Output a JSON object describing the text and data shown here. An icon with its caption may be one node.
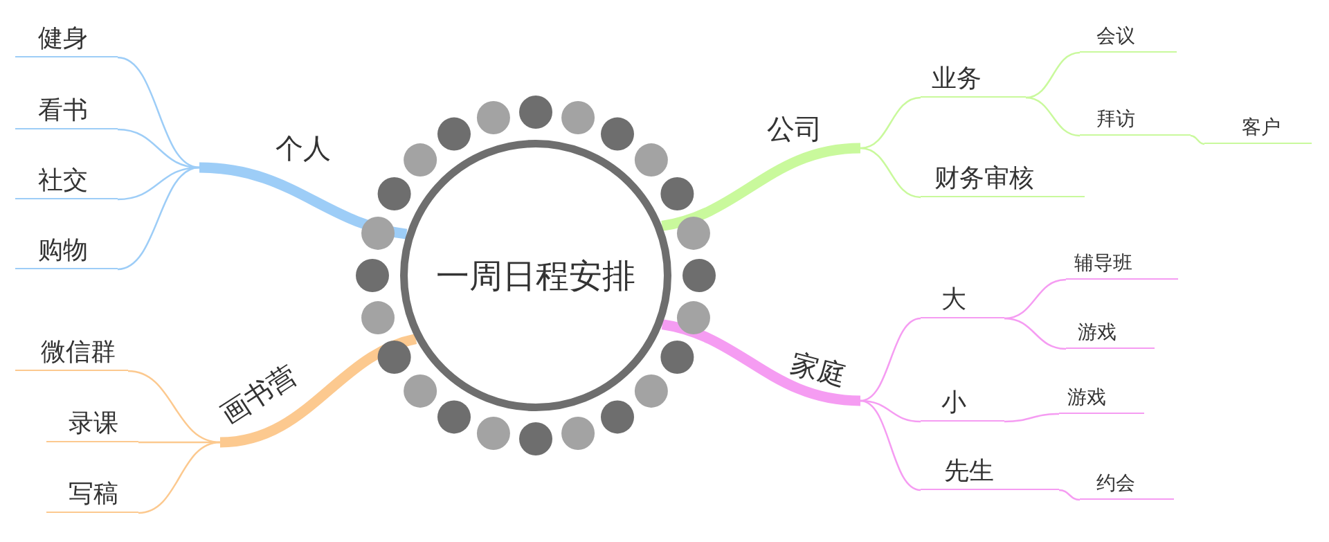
{
  "diagram": {
    "nodes": [
      {
        "text": [
          "一周日程安排"
        ]
      },
      {
        "text": [
          "个人"
        ]
      },
      {
        "text": [
          "健身"
        ]
      },
      {
        "text": [
          "看书"
        ]
      },
      {
        "text": [
          "社交"
        ]
      },
      {
        "text": [
          "购物"
        ]
      },
      {
        "text": [
          "画书营"
        ]
      },
      {
        "text": [
          "微信群"
        ]
      },
      {
        "text": [
          "录课"
        ]
      },
      {
        "text": [
          "写稿"
        ]
      },
      {
        "text": [
          "公司"
        ]
      },
      {
        "text": [
          "业务"
        ]
      },
      {
        "text": [
          "会议"
        ]
      },
      {
        "text": [
          "拜访"
        ]
      },
      {
        "text": [
          "客户"
        ]
      },
      {
        "text": [
          "财务审核"
        ]
      },
      {
        "text": [
          "家庭"
        ]
      },
      {
        "text": [
          "大"
        ]
      },
      {
        "text": [
          "辅导班"
        ]
      },
      {
        "text": [
          "游戏"
        ]
      },
      {
        "text": [
          "小"
        ]
      },
      {
        "text": [
          "游戏"
        ]
      },
      {
        "text": [
          "先生"
        ]
      },
      {
        "text": [
          "约会"
        ]
      }
    ],
    "edges": [
      {
        "from": 0,
        "to": 1,
        "arrow": "none",
        "style": "thick",
        "color": "#9dcdf7"
      },
      {
        "from": 1,
        "to": 2,
        "arrow": "none",
        "color": "#9dcdf7"
      },
      {
        "from": 1,
        "to": 3,
        "arrow": "none",
        "color": "#9dcdf7"
      },
      {
        "from": 1,
        "to": 4,
        "arrow": "none",
        "color": "#9dcdf7"
      },
      {
        "from": 1,
        "to": 5,
        "arrow": "none",
        "color": "#9dcdf7"
      },
      {
        "from": 0,
        "to": 6,
        "arrow": "none",
        "style": "thick",
        "color": "#fcc98f"
      },
      {
        "from": 6,
        "to": 7,
        "arrow": "none",
        "color": "#fcc98f"
      },
      {
        "from": 6,
        "to": 8,
        "arrow": "none",
        "color": "#fcc98f"
      },
      {
        "from": 6,
        "to": 9,
        "arrow": "none",
        "color": "#fcc98f"
      },
      {
        "from": 0,
        "to": 10,
        "arrow": "none",
        "style": "thick",
        "color": "#c9f99c"
      },
      {
        "from": 10,
        "to": 11,
        "arrow": "none",
        "color": "#c9f99c"
      },
      {
        "from": 11,
        "to": 12,
        "arrow": "none",
        "color": "#c9f99c"
      },
      {
        "from": 11,
        "to": 13,
        "arrow": "none",
        "color": "#c9f99c"
      },
      {
        "from": 13,
        "to": 14,
        "arrow": "none",
        "color": "#c9f99c"
      },
      {
        "from": 10,
        "to": 15,
        "arrow": "none",
        "color": "#c9f99c"
      },
      {
        "from": 0,
        "to": 16,
        "arrow": "none",
        "style": "thick",
        "color": "#f59cf2"
      },
      {
        "from": 16,
        "to": 17,
        "arrow": "none",
        "color": "#f59cf2"
      },
      {
        "from": 17,
        "to": 18,
        "arrow": "none",
        "color": "#f59cf2"
      },
      {
        "from": 17,
        "to": 19,
        "arrow": "none",
        "color": "#f59cf2"
      },
      {
        "from": 16,
        "to": 20,
        "arrow": "none",
        "color": "#f59cf2"
      },
      {
        "from": 20,
        "to": 21,
        "arrow": "none",
        "color": "#f59cf2"
      },
      {
        "from": 16,
        "to": 22,
        "arrow": "none",
        "color": "#f59cf2"
      },
      {
        "from": 22,
        "to": 23,
        "arrow": "none",
        "color": "#f59cf2"
      }
    ]
  }
}
